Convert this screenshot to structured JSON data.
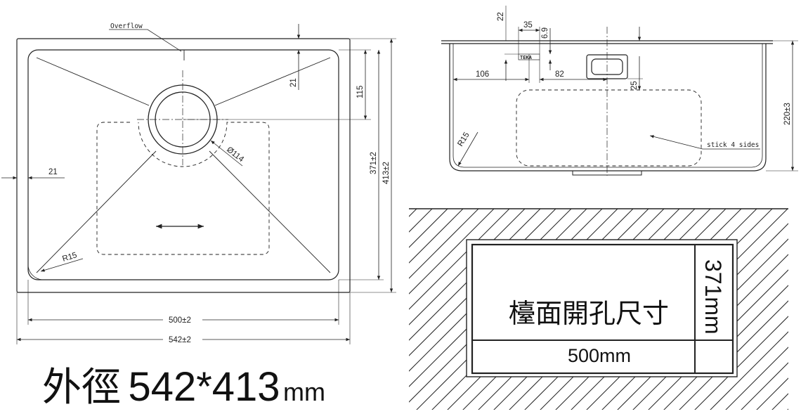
{
  "top_view": {
    "overflow_label": "Overflow",
    "dim_21_top": "21",
    "dim_115": "115",
    "dim_371": "371±2",
    "dim_413": "413±2",
    "dim_21_left": "21",
    "dim_114": "Ø114",
    "dim_r15": "R15",
    "dim_500": "500±2",
    "dim_542": "542±2"
  },
  "side_view": {
    "dim_22": "22",
    "dim_35": "35",
    "dim_69": "6.9",
    "logo": "TEKA",
    "dim_106": "106",
    "dim_82": "82",
    "dim_25": "25",
    "dim_220": "220±3",
    "dim_r15": "R15",
    "stick_label": "stick 4 sides"
  },
  "cutout": {
    "label": "檯面開孔尺寸",
    "height": "371mm",
    "width": "500mm"
  },
  "caption": {
    "prefix": "外徑",
    "size": "542*413",
    "unit": "mm"
  }
}
